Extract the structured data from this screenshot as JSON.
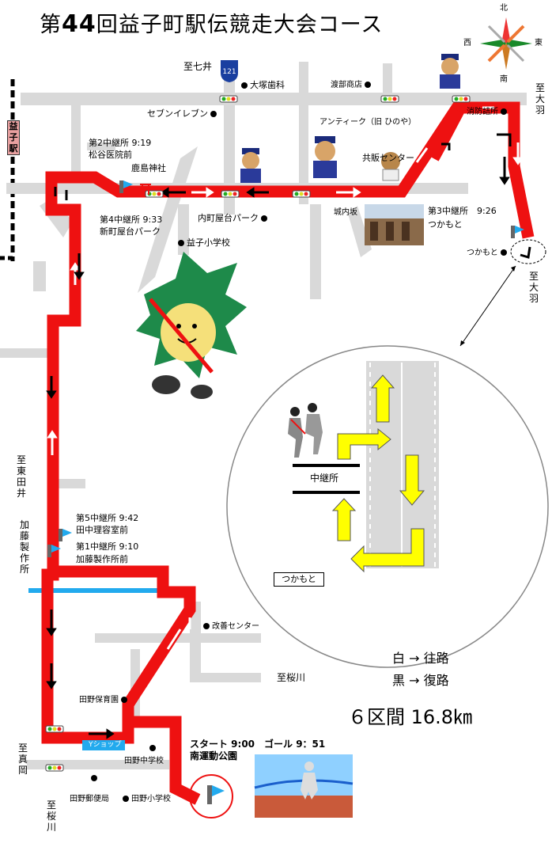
{
  "title": {
    "prefix": "第",
    "number": "44",
    "suffix": "回益子町駅伝競走大会コース"
  },
  "compass": {
    "north": "北",
    "east": "東",
    "west": "西",
    "south": "南"
  },
  "route_badge": "121",
  "stations": {
    "station2_time": "第2中継所 9:19",
    "station2_place": "松谷医院前",
    "station4_time": "第4中継所 9:33",
    "station4_place": "新町屋台パーク",
    "station3_time": "第3中継所　9:26",
    "station3_place": "つかもと",
    "station5_time": "第5中継所 9:42",
    "station5_place": "田中理容室前",
    "station1_time": "第1中継所 9:10",
    "station1_place": "加藤製作所前"
  },
  "places": {
    "to_nanai": "至七井",
    "dentist": "大塚歯科",
    "shop": "渡部商店",
    "seven": "セブンイレブン",
    "antique": "アンティーク（旧 ひのや）",
    "fire": "消防詰所",
    "kashima": "鹿島神社",
    "kyohan": "共販センター",
    "shironouchi": "城内坂",
    "uchimachi": "内町屋台パーク",
    "mashiko_elem": "益子小学校",
    "tsukamoto_small": "つかもと",
    "kaizen": "改善センター",
    "to_sakuragawa": "至桜川",
    "nursery": "田野保育園",
    "yshop": "Yショップ",
    "tano_jhs": "田野中学校",
    "post": "田野郵便局",
    "tano_elem": "田野小学校"
  },
  "vertical_labels": {
    "mashiko_station": "益子駅",
    "to_oba_top": "至大羽",
    "to_oba_mid": "至大羽",
    "to_higashitai": "至東田井",
    "kato": "加藤製作所",
    "to_maoka": "至真岡",
    "to_sakuragawa_bottom": "至桜川"
  },
  "relay_zone": {
    "label": "中継所",
    "place": "つかもと"
  },
  "legend": {
    "outbound": "白 → 往路",
    "return": "黒 → 復路"
  },
  "total": "６区間 16.8㎞",
  "start": {
    "line1": "スタート 9:00　ゴール 9：51",
    "line2": "南運動公園"
  },
  "colors": {
    "route": "#ee1111",
    "road": "#d9d9d9",
    "arrow_yellow": "#ffff00",
    "flag": "#22aaee",
    "river": "#22aaee"
  }
}
